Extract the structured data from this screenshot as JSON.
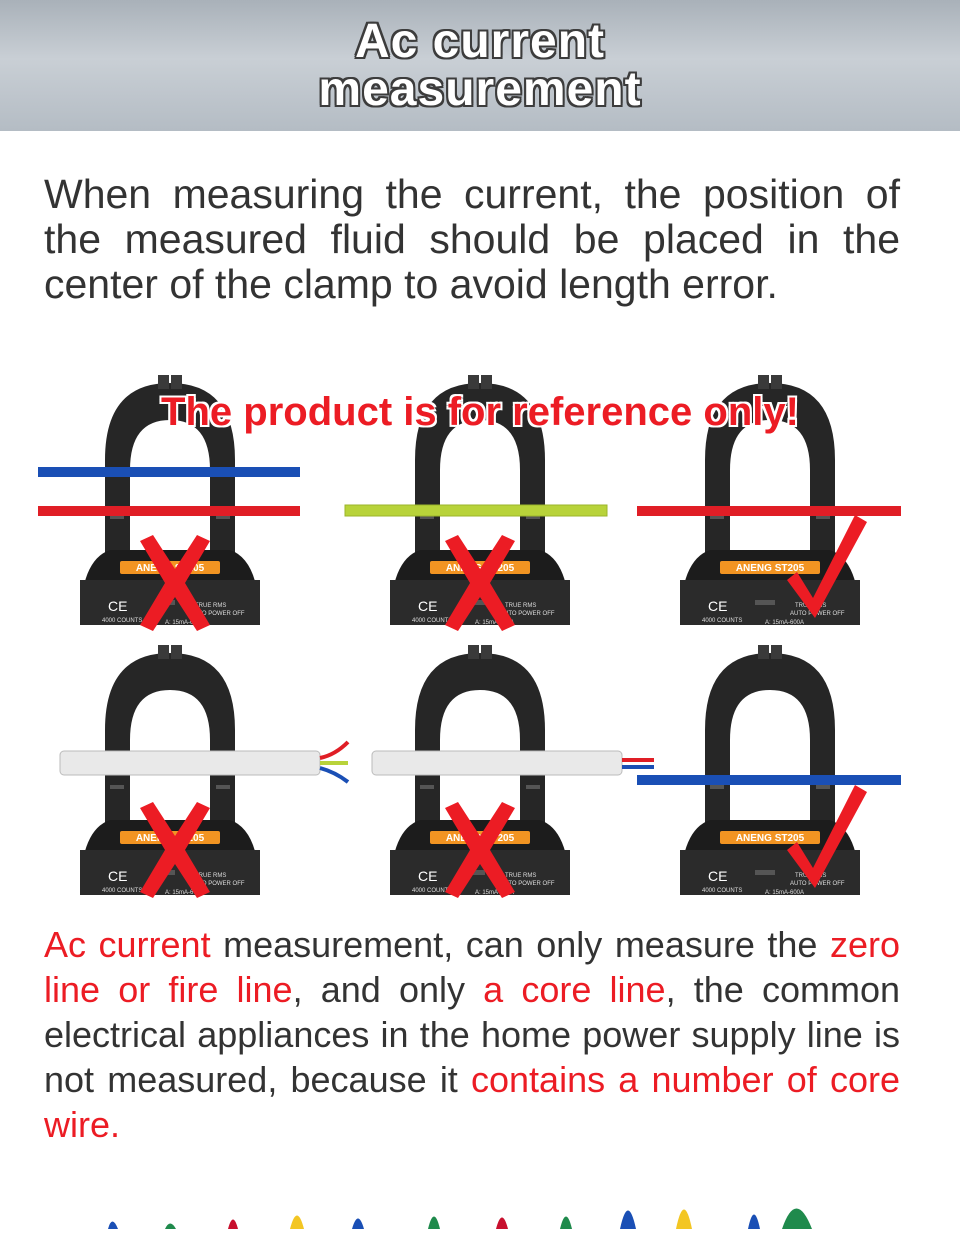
{
  "banner": {
    "title_line1": "Ac current",
    "title_line2": "measurement"
  },
  "intro_text": "When measuring the current, the position of the measured fluid should be placed in the center of the clamp to avoid length error.",
  "disclaimer": "The product is for reference only!",
  "clamp_meter": {
    "brand": "ANENG",
    "model": "ST205",
    "ce_mark": "CE",
    "counts": "4000 COUNTS",
    "rms": "TRUE RMS",
    "power": "AUTO POWER OFF",
    "range": "A: 15mA-600A"
  },
  "panels": [
    {
      "wires": "blue and red wires",
      "result": "wrong"
    },
    {
      "wires": "yellow-green wire",
      "result": "wrong"
    },
    {
      "wires": "single red wire",
      "result": "correct"
    },
    {
      "wires": "multi-core cable",
      "result": "wrong"
    },
    {
      "wires": "two-core cable",
      "result": "wrong"
    },
    {
      "wires": "single blue wire",
      "result": "correct"
    }
  ],
  "note": {
    "part1": "Ac current",
    "part2": " measurement, can only measure the ",
    "part3": "zero line or fire line",
    "part4": ", and only ",
    "part5": "a core line",
    "part6": ", the common electrical appliances in the home power supply line is not measured, because it ",
    "part7": "contains a number of core wire."
  },
  "colors": {
    "accent_red": "#ec1c24",
    "wire_blue": "#1a4fb5",
    "wire_red": "#e01e26",
    "wire_yellow_green": "#b8d33a",
    "clamp_body": "#262626",
    "text": "#333333"
  },
  "icons": [
    "cross-mark-icon",
    "check-mark-icon"
  ]
}
